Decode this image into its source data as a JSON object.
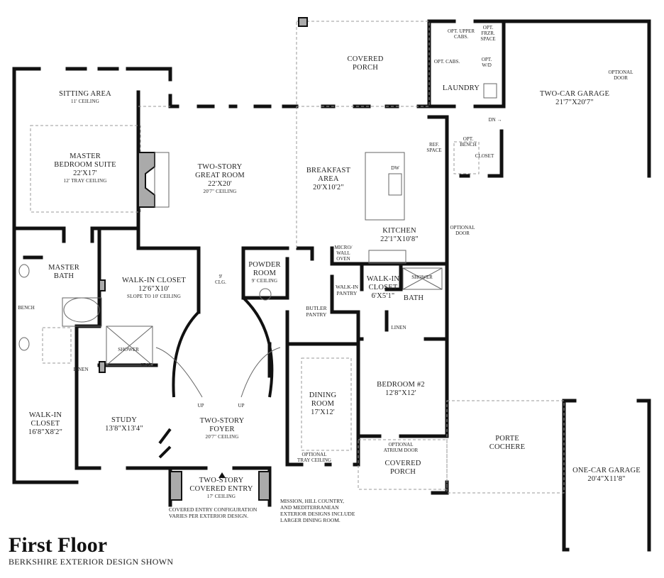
{
  "title": "First Floor",
  "subtitle": "BERKSHIRE EXTERIOR DESIGN SHOWN",
  "rooms": {
    "sitting": {
      "name": "SITTING AREA",
      "note": "11' CEILING"
    },
    "master_suite": {
      "name1": "MASTER",
      "name2": "BEDROOM SUITE",
      "size": "22'X17'",
      "note": "12' TRAY CEILING"
    },
    "great_room": {
      "name1": "TWO-STORY",
      "name2": "GREAT ROOM",
      "size": "22'X20'",
      "note": "20'7\" CEILING"
    },
    "covered_porch_top": {
      "name1": "COVERED",
      "name2": "PORCH"
    },
    "breakfast": {
      "name1": "BREAKFAST",
      "name2": "AREA",
      "size": "20'X10'2\""
    },
    "kitchen": {
      "name": "KITCHEN",
      "size": "22'1\"X10'8\""
    },
    "laundry": {
      "name": "LAUNDRY"
    },
    "garage2": {
      "name": "TWO-CAR GARAGE",
      "size": "21'7\"X20'7\""
    },
    "master_bath": {
      "name1": "MASTER",
      "name2": "BATH"
    },
    "walkin_master": {
      "name": "WALK-IN CLOSET",
      "size": "12'6\"X10'",
      "note": "SLOPE TO 10' CEILING"
    },
    "powder": {
      "name1": "POWDER",
      "name2": "ROOM",
      "note": "9' CEILING"
    },
    "walkin_pantry": {
      "name1": "WALK-IN",
      "name2": "PANTRY"
    },
    "butler": {
      "name1": "BUTLER",
      "name2": "PANTRY"
    },
    "walkin_bed2": {
      "name1": "WALK-IN",
      "name2": "CLOSET",
      "size": "6'X5'1\""
    },
    "bath": {
      "name": "BATH"
    },
    "bedroom2": {
      "name": "BEDROOM #2",
      "size": "12'8\"X12'"
    },
    "dining": {
      "name1": "DINING",
      "name2": "ROOM",
      "size": "17'X12'"
    },
    "foyer": {
      "name1": "TWO-STORY",
      "name2": "FOYER",
      "note": "20'7\" CEILING"
    },
    "study": {
      "name": "STUDY",
      "size": "13'8\"X13'4\""
    },
    "walkin_left": {
      "name1": "WALK-IN",
      "name2": "CLOSET",
      "size": "16'8\"X8'2\""
    },
    "covered_entry": {
      "name1": "TWO-STORY",
      "name2": "COVERED ENTRY",
      "note": "17' CEILING"
    },
    "covered_porch_bottom": {
      "name1": "COVERED",
      "name2": "PORCH"
    },
    "porte": {
      "name1": "PORTE",
      "name2": "COCHERE"
    },
    "garage1": {
      "name": "ONE-CAR GARAGE",
      "size": "20'4\"X11'8\""
    }
  },
  "small_labels": {
    "opt_upper_cabs": [
      "OPT. UPPER",
      "CABS."
    ],
    "opt_frzr": [
      "OPT.",
      "FRZR.",
      "SPACE"
    ],
    "opt_cabs": "OPT. CABS.",
    "opt_wd": [
      "OPT.",
      "W/D"
    ],
    "optional_door_garage": [
      "OPTIONAL",
      "DOOR"
    ],
    "dn": "DN",
    "opt_bench": [
      "OPT.",
      "BENCH"
    ],
    "closet": "CLOSET",
    "ref_space": [
      "REF.",
      "SPACE"
    ],
    "dw": "DW",
    "optional_door_kitchen": [
      "OPTIONAL",
      "DOOR"
    ],
    "micro": [
      "MICRO/",
      "WALL",
      "OVEN"
    ],
    "shower_bed2": "SHOWER",
    "linen_bed2": "LINEN",
    "nine_clg": [
      "9'",
      "CLG."
    ],
    "bench": "BENCH",
    "shower_master": "SHOWER",
    "seat": "SEAT",
    "linen_master": "LINEN",
    "up_left": "UP",
    "up_right": "UP",
    "optional_tray": [
      "OPTIONAL",
      "TRAY CEILING"
    ],
    "optional_atrium": [
      "OPTIONAL",
      "ATRIUM DOOR"
    ]
  },
  "notes": {
    "entry_config": [
      "COVERED ENTRY CONFIGURATION",
      "VARIES PER EXTERIOR DESIGN."
    ],
    "mission": [
      "MISSION, HILL COUNTRY,",
      "AND MEDITERRANEAN",
      "EXTERIOR DESIGNS INCLUDE",
      "LARGER DINING ROOM."
    ]
  },
  "colors": {
    "wall": "#111111",
    "fixture_gray": "#aaaaaa",
    "dashed": "#999999"
  }
}
